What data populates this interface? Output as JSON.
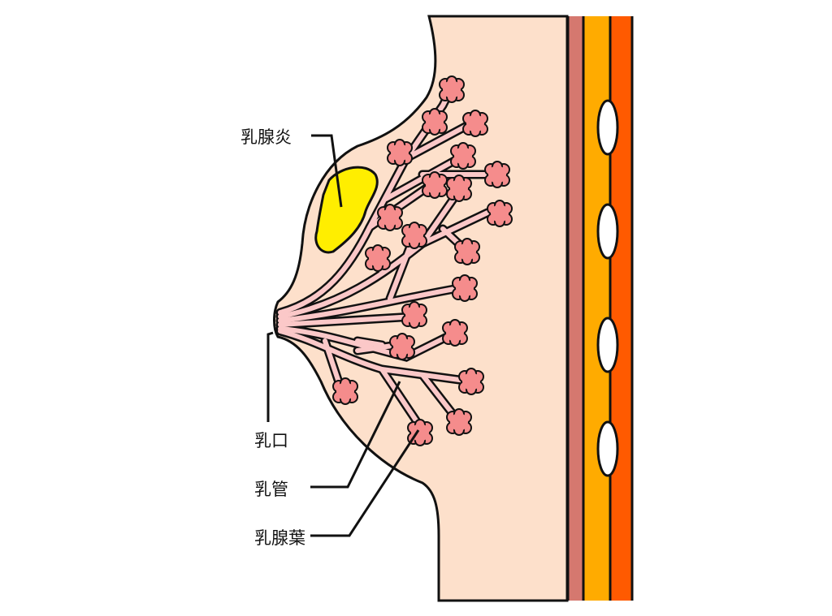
{
  "labels": {
    "mastitis": "乳腺炎",
    "nipple_opening": "乳口",
    "milk_duct": "乳管",
    "mammary_lobe": "乳腺葉"
  },
  "colors": {
    "skin": "#fde0cb",
    "muscle": "#d5786f",
    "fat_layer": "#ffab00",
    "chest_wall": "#ff5a00",
    "lobule": "#f58c8c",
    "duct": "#fbc8c8",
    "inflammation": "#ffee00",
    "rib": "#ffffff"
  }
}
